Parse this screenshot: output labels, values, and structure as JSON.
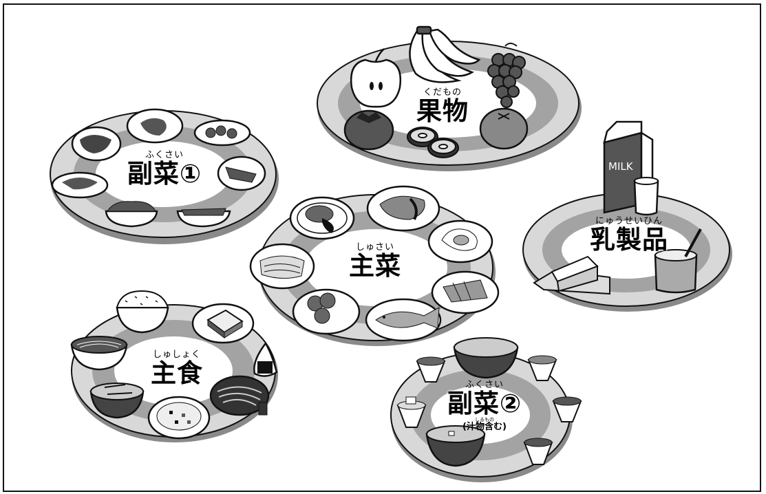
{
  "groups": {
    "fruit": {
      "ruby": "くだもの",
      "name": "果物"
    },
    "side1": {
      "ruby": "ふくさい",
      "name": "副菜①"
    },
    "main": {
      "ruby": "しゅさい",
      "name": "主菜"
    },
    "dairy": {
      "ruby": "にゅうせいひん",
      "name": "乳製品",
      "carton_text": "MILK"
    },
    "staple": {
      "ruby": "しゅしょく",
      "name": "主食"
    },
    "side2": {
      "ruby": "ふくさい",
      "name": "副菜②",
      "note_ruby": "しるもの",
      "note": "(汁物含む)"
    }
  },
  "colors": {
    "tray_outer": "#d8d8d8",
    "tray_ring": "#a3a3a3",
    "tray_inner": "#ffffff",
    "tray_edge": "#8a8a8a",
    "line": "#111111"
  }
}
